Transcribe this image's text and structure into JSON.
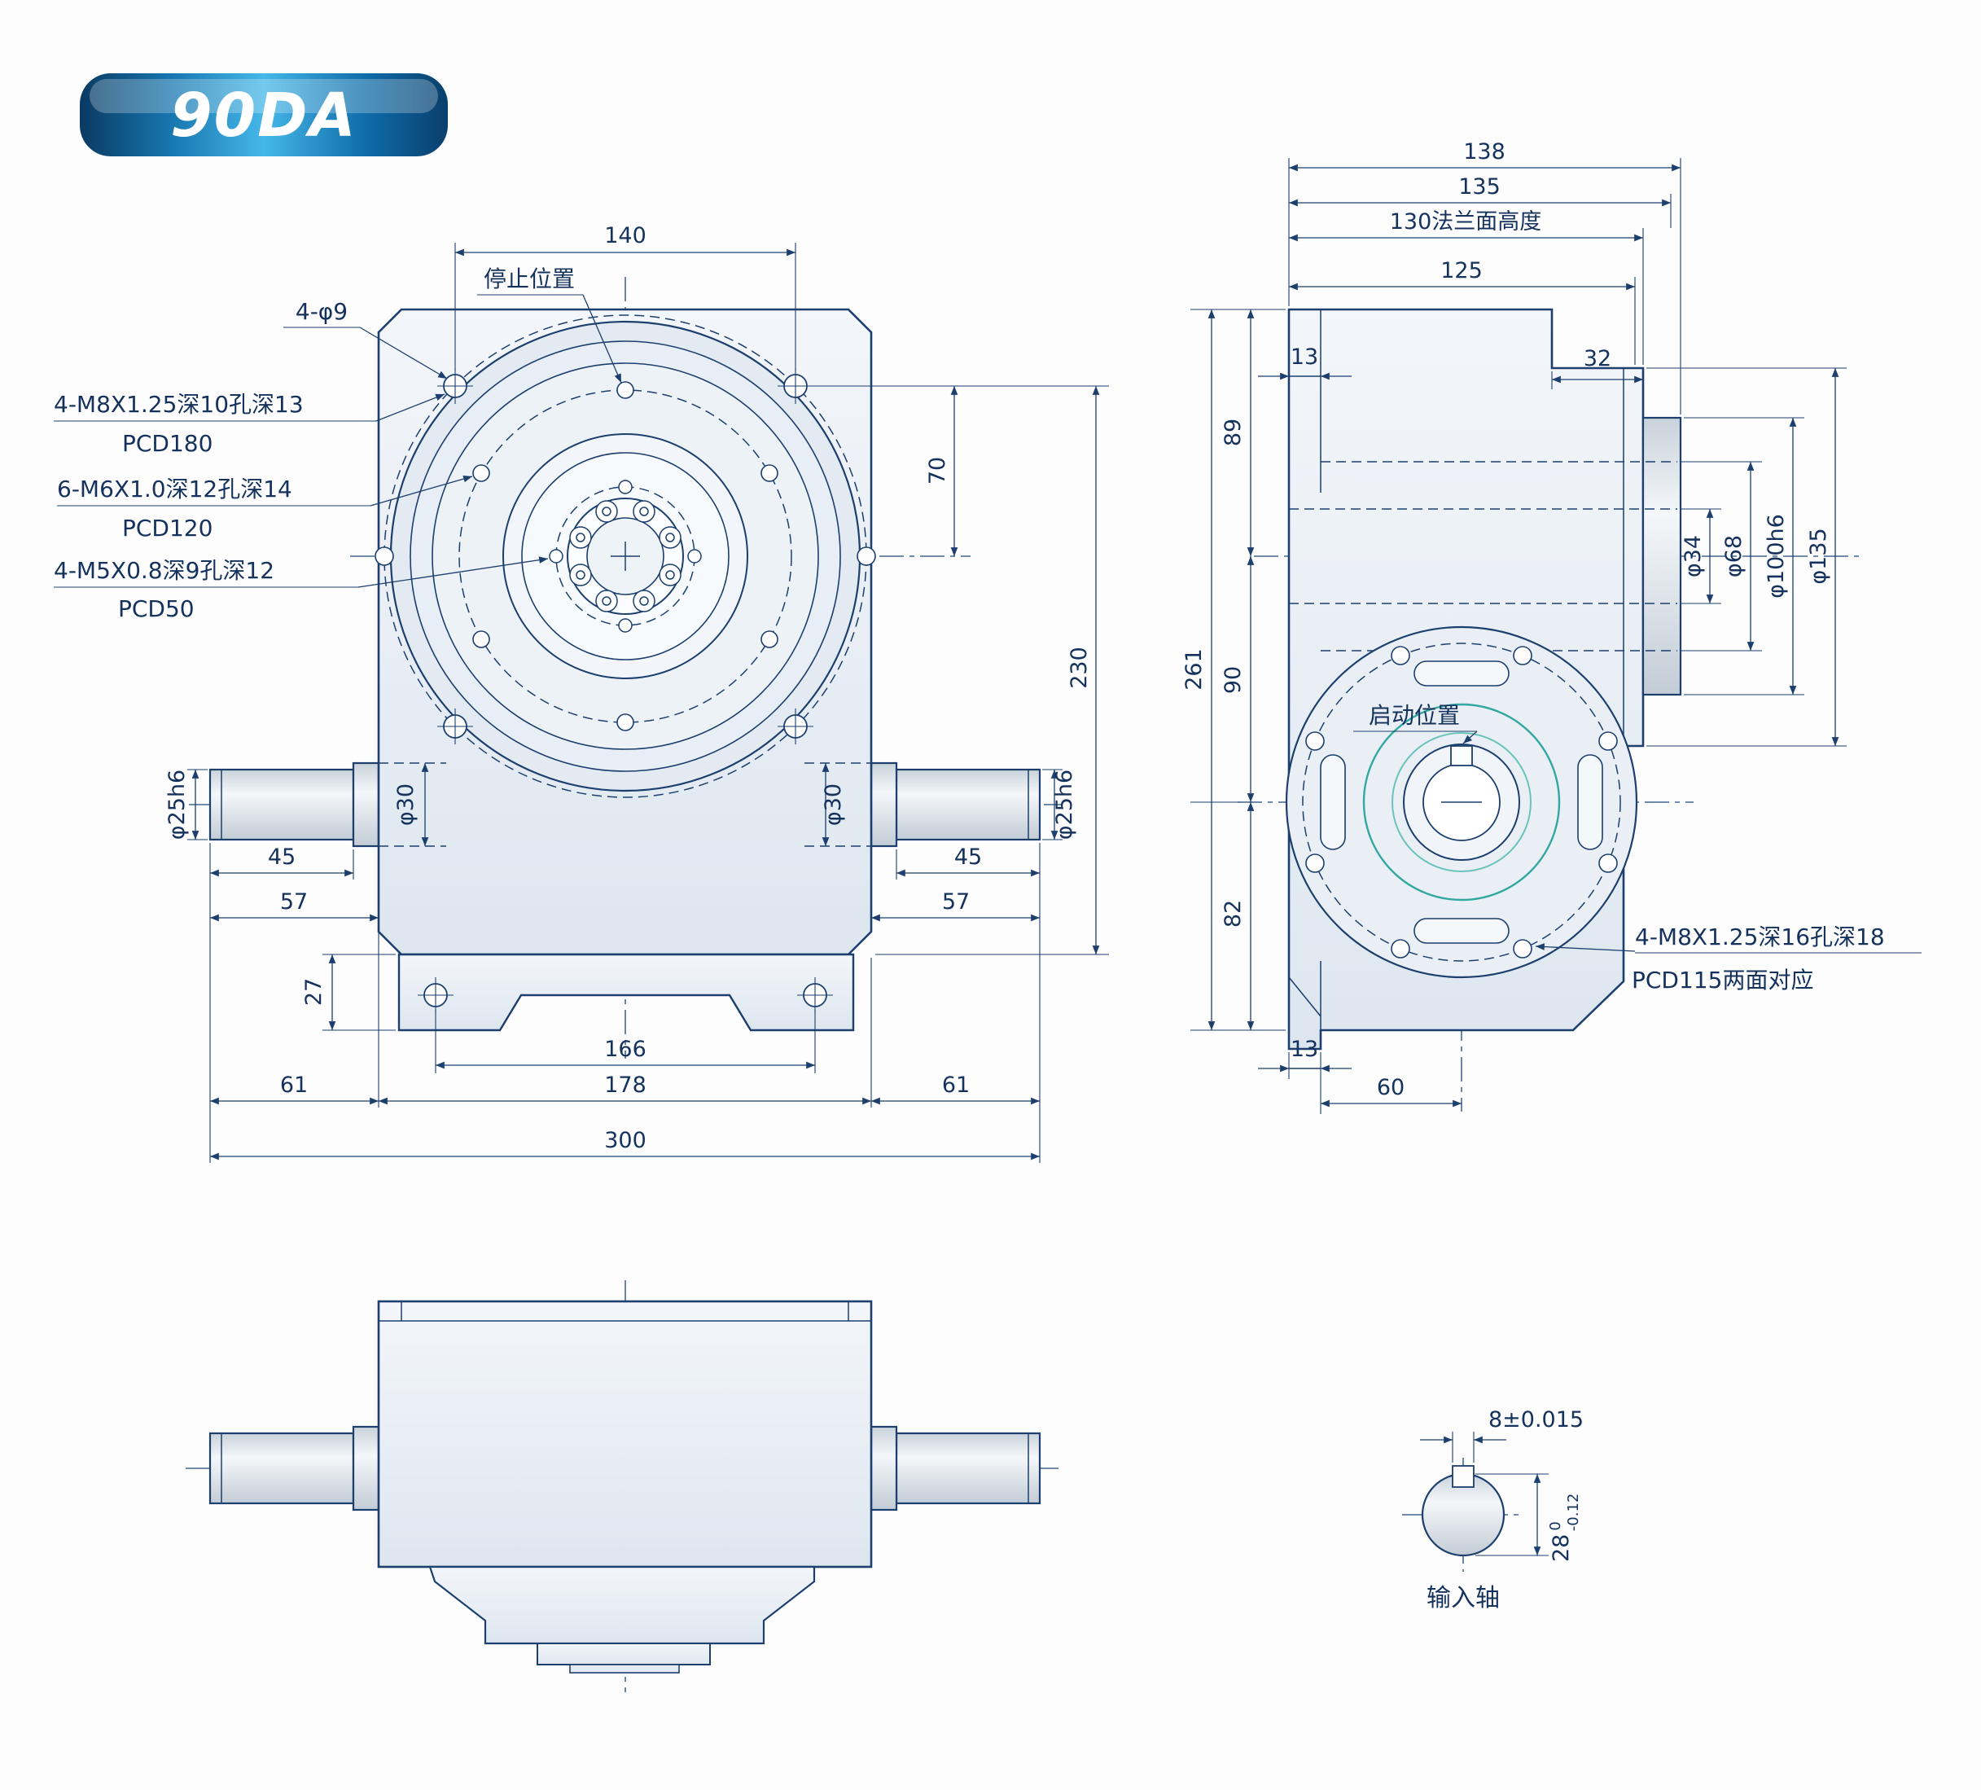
{
  "badge": {
    "label": "90DA"
  },
  "colors": {
    "line": "#1c3f6e",
    "body_fill": "#e7edf4",
    "teal": "#33a8a0",
    "badge_dark": "#0a3a62",
    "badge_light": "#45b7e8"
  },
  "front_view": {
    "callouts": {
      "stop_position": "停止位置",
      "corner_holes": "4-φ9",
      "m8_line1": "4-M8X1.25深10孔深13",
      "m8_line2": "PCD180",
      "m6_line1": "6-M6X1.0深12孔深14",
      "m6_line2": "PCD120",
      "m5_line1": "4-M5X0.8深9孔深12",
      "m5_line2": "PCD50"
    },
    "dims": {
      "top_width": "140",
      "bolt_to_center": "70",
      "height": "230",
      "left_shaft_dia": "φ25h6",
      "left_hub_dia": "φ30",
      "right_hub_dia": "φ30",
      "right_shaft_dia": "φ25h6",
      "left_shaft_len": "45",
      "left_shaft_total": "57",
      "right_shaft_len": "45",
      "right_shaft_total": "57",
      "base_height": "27",
      "foot_hole_span": "166",
      "body_width": "178",
      "left_overhang": "61",
      "right_overhang": "61",
      "overall_width": "300"
    }
  },
  "side_view": {
    "callouts": {
      "start_position": "启动位置",
      "m8_line1": "4-M8X1.25深16孔深18",
      "m8_line2": "PCD115两面对应"
    },
    "dims": {
      "overall_depth": "138",
      "depth_135": "135",
      "flange_height": "130法兰面高度",
      "depth_125": "125",
      "top_left_step": "13",
      "top_right_step": "32",
      "top_to_axis": "89",
      "axis_to_input": "90",
      "input_to_bottom": "82",
      "overall_height": "261",
      "dia_34": "φ34",
      "dia_68": "φ68",
      "dia_100": "φ100h6",
      "dia_135": "φ135",
      "bottom_left_step": "13",
      "bottom_width": "60"
    }
  },
  "input_shaft_detail": {
    "label": "输入轴",
    "keyway_width": "8±0.015",
    "shaft_dia": "28",
    "tol_upper": "0",
    "tol_lower": "-0.12"
  }
}
